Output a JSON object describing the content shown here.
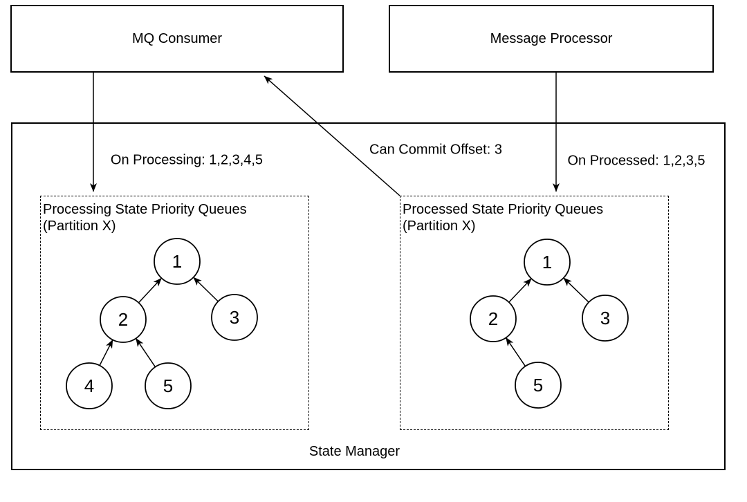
{
  "boxes": {
    "mq_consumer": {
      "label": "MQ Consumer"
    },
    "message_processor": {
      "label": "Message Processor"
    },
    "state_manager": {
      "label": "State Manager"
    }
  },
  "queues": {
    "processing": {
      "title": "Processing State Priority Queues",
      "subtitle": "(Partition X)",
      "nodes": [
        "1",
        "2",
        "3",
        "4",
        "5"
      ],
      "edges": [
        {
          "from": "2",
          "to": "1"
        },
        {
          "from": "3",
          "to": "1"
        },
        {
          "from": "4",
          "to": "2"
        },
        {
          "from": "5",
          "to": "2"
        }
      ]
    },
    "processed": {
      "title": "Processed State Priority Queues",
      "subtitle": "(Partition X)",
      "nodes": [
        "1",
        "2",
        "3",
        "5"
      ],
      "edges": [
        {
          "from": "2",
          "to": "1"
        },
        {
          "from": "3",
          "to": "1"
        },
        {
          "from": "5",
          "to": "2"
        }
      ]
    }
  },
  "connectors": [
    {
      "from": "mq_consumer",
      "to": "processing_queues",
      "label": "On Processing: 1,2,3,4,5"
    },
    {
      "from": "processed_queues",
      "to": "mq_consumer",
      "label": "Can Commit Offset: 3"
    },
    {
      "from": "message_processor",
      "to": "processed_queues",
      "label": "On Processed: 1,2,3,5"
    }
  ],
  "colors": {
    "stroke": "#000000",
    "background": "#ffffff",
    "text": "#000000"
  }
}
